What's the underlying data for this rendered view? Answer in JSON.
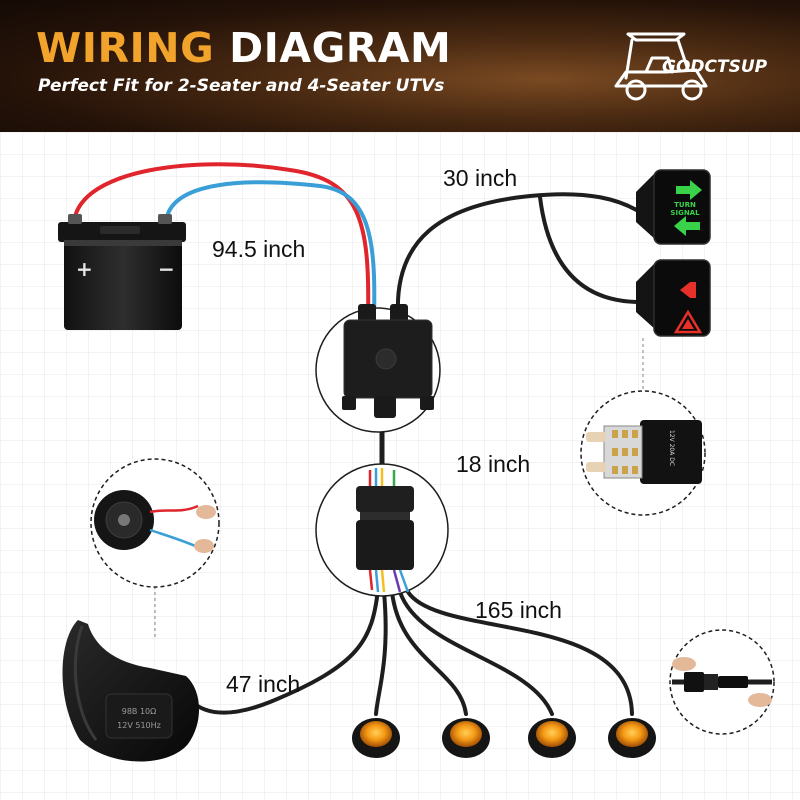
{
  "header": {
    "title_accent": "WIRING",
    "title_main": "DIAGRAM",
    "subtitle": "Perfect Fit for 2-Seater and 4-Seater UTVs",
    "brand": "GODCTSUP"
  },
  "labels": {
    "battery_cable": "94.5 inch",
    "switch_cable": "30 inch",
    "harness_cable": "18 inch",
    "light_cable": "165 inch",
    "horn_cable": "47 inch"
  },
  "battery": {
    "positive": "+",
    "negative": "−"
  },
  "switches": {
    "turn_signal": "TURN\nSIGNAL",
    "back_label": "12V 20A DC"
  },
  "horn": {
    "line1": "98B 10Ω",
    "line2": "12V 510Hz"
  },
  "colors": {
    "accent": "#f2a32b",
    "positive_wire": "#e0262c",
    "negative_wire": "#3a9fd6",
    "wire": "#1e1e1e",
    "amber": "#f59a16",
    "green_glow": "#39d34a",
    "red_glow": "#e8302a"
  },
  "icons": [
    "battery-icon",
    "junction-box-icon",
    "connector-icon",
    "rocker-switch-icon",
    "horn-icon",
    "marker-light-icon",
    "utv-logo-icon"
  ]
}
